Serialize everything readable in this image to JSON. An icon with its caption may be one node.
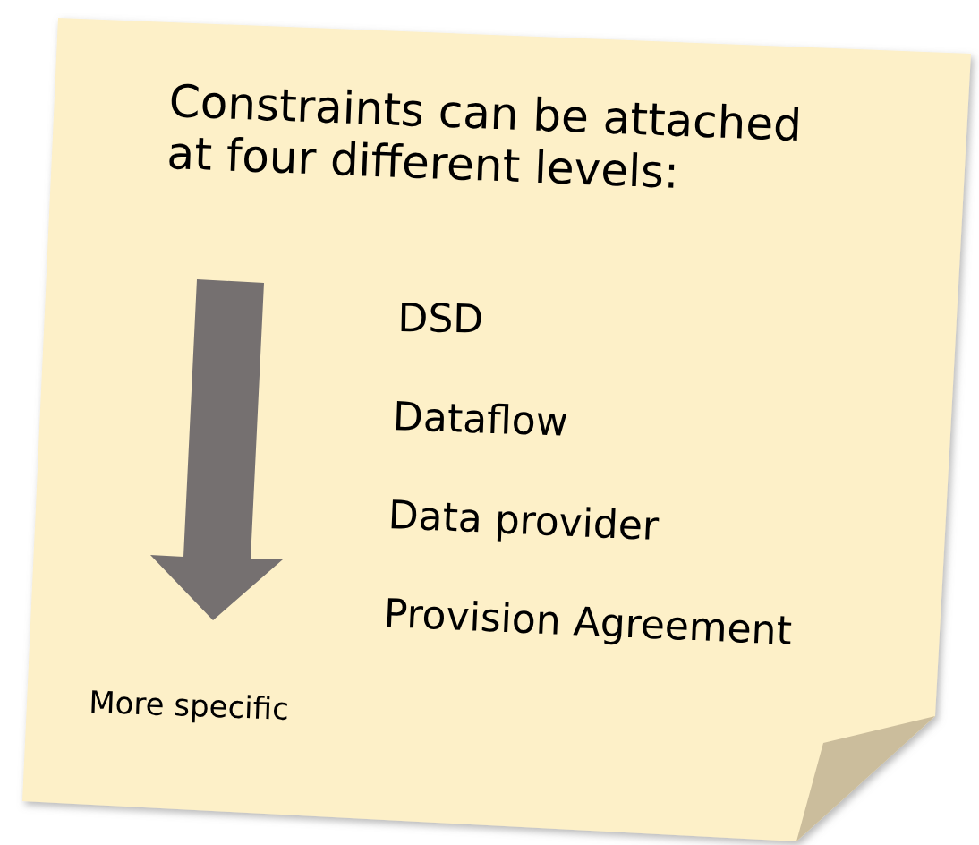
{
  "diagram": {
    "nodes": [
      {
        "text": [
          "Constraints can be attached at four different levels:",
          "DSD",
          "Dataflow",
          "Data provider",
          "Provision Agreement",
          "More specific"
        ]
      }
    ]
  }
}
